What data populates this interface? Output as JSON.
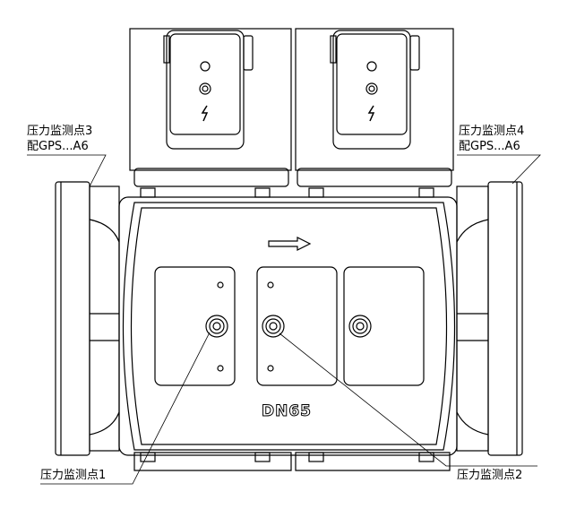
{
  "labels": {
    "pressure_point_3": "压力监测点3",
    "gps_3": "配GPS...A6",
    "pressure_point_4": "压力监测点4",
    "gps_4": "配GPS...A6",
    "pressure_point_1": "压力监测点1",
    "pressure_point_2": "压力监测点2",
    "nominal_size": "DN65"
  },
  "colors": {
    "line": "#000000",
    "background": "#ffffff"
  }
}
